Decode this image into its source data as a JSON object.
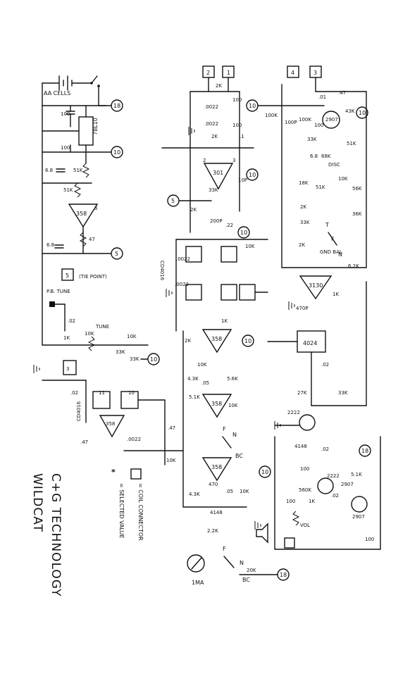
{
  "title_block": {
    "company": "C+G TECHNOLOGY",
    "model": "WILDCAT"
  },
  "legend": {
    "coil_connector": "= COIL CONNECTOR",
    "selected_value": "= SELECTED VALUE"
  },
  "connectors": {
    "coil": [
      "1",
      "2",
      "3",
      "4",
      "5"
    ],
    "nodes": [
      "18",
      "10",
      "5"
    ]
  },
  "chips": {
    "regulator": "78L10",
    "opamp_358": "358",
    "opamp_301": "301",
    "opamp_3130": "3130",
    "counter": "4024",
    "switch_4016_a": "CD4016",
    "switch_4016_b": "CD4016",
    "transistor_2907": "2907",
    "transistor_2222": "2222"
  },
  "labels": {
    "battery": "AA CELLS",
    "tune": "TUNE",
    "pb_tune": "P.B. TUNE",
    "tie_point": "(TIE POINT)",
    "disc": "DISC",
    "gnd_bal": "GND BAL",
    "vol": "VOL",
    "meter": "1MA",
    "mode_t": "T",
    "mode_f": "F",
    "mode_n": "N",
    "mode_bc": "BC"
  },
  "components": {
    "r": [
      "1K",
      "10K",
      "100",
      "100K",
      "2K",
      "2.2K",
      "4.3K",
      "5.1K",
      "5.6K",
      "33K",
      "43K",
      "51K",
      "18K",
      "27K",
      "36K",
      "20K",
      "6.2K",
      "47"
    ],
    "c": [
      ".01",
      ".02",
      ".0022",
      ".05",
      ".1",
      ".22",
      ".47",
      "6.8",
      "100",
      "470",
      "200P",
      "470P",
      "100P",
      "4148",
      "47"
    ]
  }
}
